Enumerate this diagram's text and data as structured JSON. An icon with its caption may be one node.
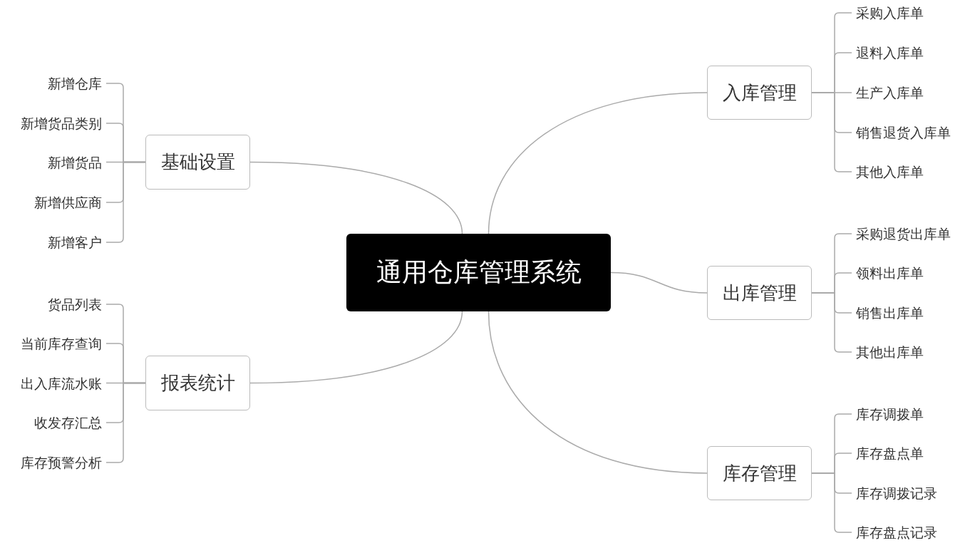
{
  "diagram": {
    "nodes": [
      {
        "text": [
          "通用仓库管理系统"
        ]
      },
      {
        "text": [
          "基础设置"
        ]
      },
      {
        "text": [
          "新增仓库"
        ]
      },
      {
        "text": [
          "新增货品类别"
        ]
      },
      {
        "text": [
          "新增货品"
        ]
      },
      {
        "text": [
          "新增供应商"
        ]
      },
      {
        "text": [
          "新增客户"
        ]
      },
      {
        "text": [
          "报表统计"
        ]
      },
      {
        "text": [
          "货品列表"
        ]
      },
      {
        "text": [
          "当前库存查询"
        ]
      },
      {
        "text": [
          "出入库流水账"
        ]
      },
      {
        "text": [
          "收发存汇总"
        ]
      },
      {
        "text": [
          "库存预警分析"
        ]
      },
      {
        "text": [
          "入库管理"
        ]
      },
      {
        "text": [
          "采购入库单"
        ]
      },
      {
        "text": [
          "退料入库单"
        ]
      },
      {
        "text": [
          "生产入库单"
        ]
      },
      {
        "text": [
          "销售退货入库单"
        ]
      },
      {
        "text": [
          "其他入库单"
        ]
      },
      {
        "text": [
          "出库管理"
        ]
      },
      {
        "text": [
          "采购退货出库单"
        ]
      },
      {
        "text": [
          "领料出库单"
        ]
      },
      {
        "text": [
          "销售出库单"
        ]
      },
      {
        "text": [
          "其他出库单"
        ]
      },
      {
        "text": [
          "库存管理"
        ]
      },
      {
        "text": [
          "库存调拨单"
        ]
      },
      {
        "text": [
          "库存盘点单"
        ]
      },
      {
        "text": [
          "库存调拨记录"
        ]
      },
      {
        "text": [
          "库存盘点记录"
        ]
      }
    ],
    "edges": [
      {
        "from": 0,
        "to": 1,
        "arrow": "none"
      },
      {
        "from": 1,
        "to": 2,
        "arrow": "none"
      },
      {
        "from": 1,
        "to": 3,
        "arrow": "none"
      },
      {
        "from": 1,
        "to": 4,
        "arrow": "none"
      },
      {
        "from": 1,
        "to": 5,
        "arrow": "none"
      },
      {
        "from": 1,
        "to": 6,
        "arrow": "none"
      },
      {
        "from": 0,
        "to": 7,
        "arrow": "none"
      },
      {
        "from": 7,
        "to": 8,
        "arrow": "none"
      },
      {
        "from": 7,
        "to": 9,
        "arrow": "none"
      },
      {
        "from": 7,
        "to": 10,
        "arrow": "none"
      },
      {
        "from": 7,
        "to": 11,
        "arrow": "none"
      },
      {
        "from": 7,
        "to": 12,
        "arrow": "none"
      },
      {
        "from": 0,
        "to": 13,
        "arrow": "none"
      },
      {
        "from": 13,
        "to": 14,
        "arrow": "none"
      },
      {
        "from": 13,
        "to": 15,
        "arrow": "none"
      },
      {
        "from": 13,
        "to": 16,
        "arrow": "none"
      },
      {
        "from": 13,
        "to": 17,
        "arrow": "none"
      },
      {
        "from": 13,
        "to": 18,
        "arrow": "none"
      },
      {
        "from": 0,
        "to": 19,
        "arrow": "none"
      },
      {
        "from": 19,
        "to": 20,
        "arrow": "none"
      },
      {
        "from": 19,
        "to": 21,
        "arrow": "none"
      },
      {
        "from": 19,
        "to": 22,
        "arrow": "none"
      },
      {
        "from": 19,
        "to": 23,
        "arrow": "none"
      },
      {
        "from": 0,
        "to": 24,
        "arrow": "none"
      },
      {
        "from": 24,
        "to": 25,
        "arrow": "none"
      },
      {
        "from": 24,
        "to": 26,
        "arrow": "none"
      },
      {
        "from": 24,
        "to": 27,
        "arrow": "none"
      },
      {
        "from": 24,
        "to": 28,
        "arrow": "none"
      }
    ]
  }
}
